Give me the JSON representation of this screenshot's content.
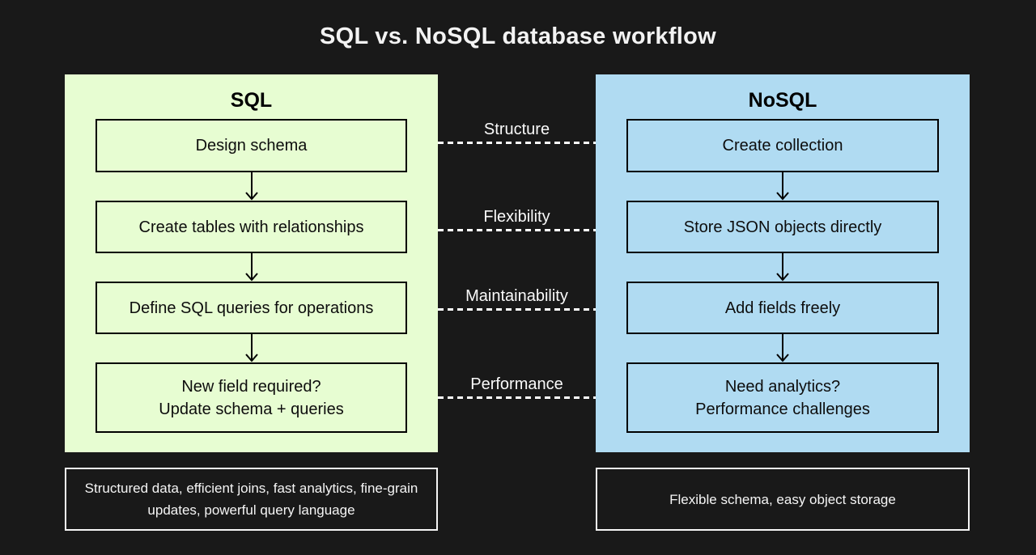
{
  "title": "SQL vs. NoSQL database workflow",
  "sql_panel": {
    "heading": "SQL",
    "steps": [
      "Design schema",
      "Create tables with relationships",
      "Define SQL queries for operations",
      "New field required?\nUpdate schema + queries"
    ],
    "summary": "Structured data, efficient joins, fast analytics, fine-grain updates, powerful query language"
  },
  "nosql_panel": {
    "heading": "NoSQL",
    "steps": [
      "Create collection",
      "Store JSON objects directly",
      "Add fields freely",
      "Need analytics?\nPerformance challenges"
    ],
    "summary": "Flexible schema, easy object storage"
  },
  "comparison": {
    "labels": [
      "Structure",
      "Flexibility",
      "Maintainability",
      "Performance"
    ]
  },
  "colors": {
    "background": "#191919",
    "sql_fill": "#e7fdd2",
    "nosql_fill": "#b0dbf2",
    "box_border": "#000000",
    "light_text": "#f3f3f3"
  }
}
